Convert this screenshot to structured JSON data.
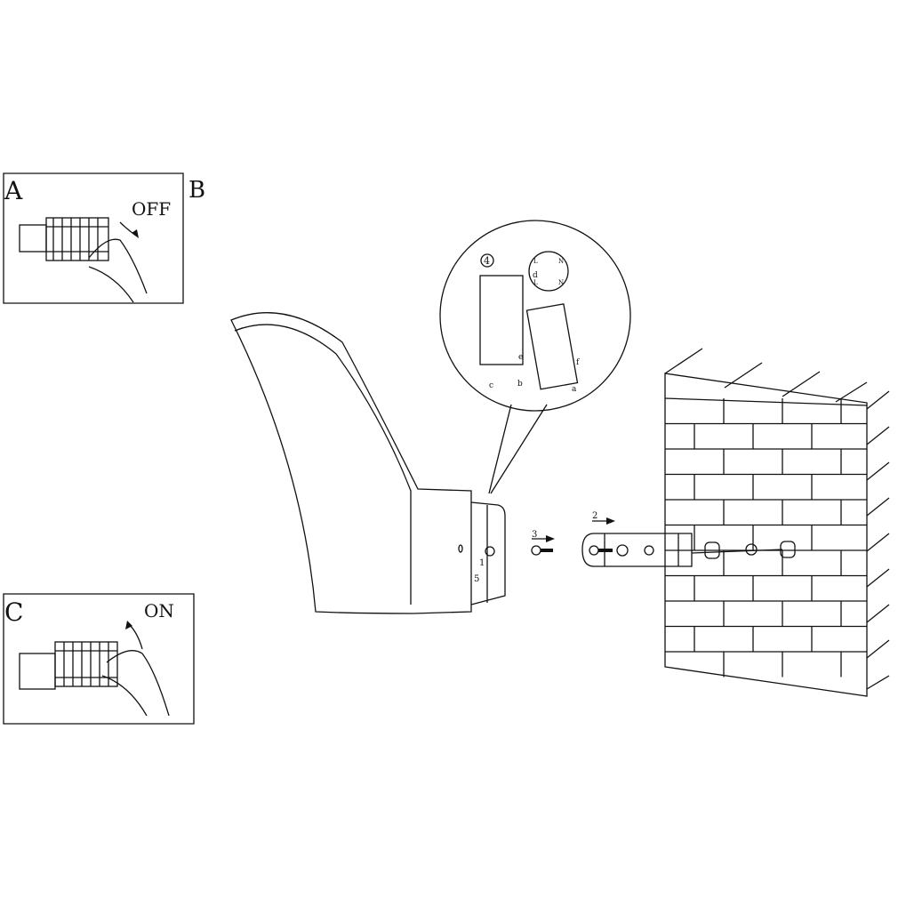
{
  "panels": {
    "a": {
      "letter": "A",
      "action": "OFF"
    },
    "b": {
      "letter": "B"
    },
    "c": {
      "letter": "C",
      "action": "ON"
    }
  },
  "callout": {
    "step": "4",
    "terminal": "d",
    "live_top": "L",
    "neutral_top": "N",
    "live_bottom": "L",
    "neutral_bottom": "N",
    "labels": [
      "c",
      "e",
      "b",
      "f",
      "a"
    ]
  },
  "steps": {
    "bracket": "2",
    "screw": "3",
    "fix": "1",
    "cap": "5"
  }
}
